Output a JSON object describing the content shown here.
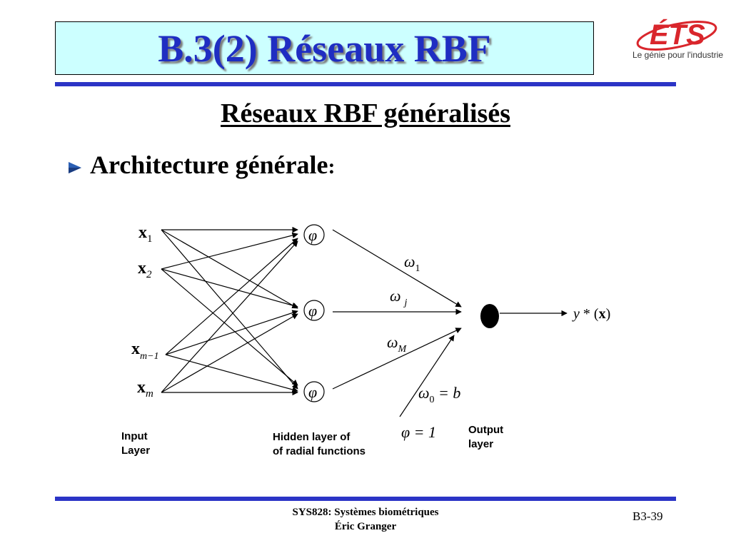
{
  "slide": {
    "title": "B.3(2)  Réseaux RBF",
    "subtitle": "Réseaux RBF généralisés",
    "bullet": "Architecture générale",
    "bullet_colon": ":"
  },
  "logo": {
    "text": "ÉTS",
    "tagline": "Le génie pour l'industrie"
  },
  "diagram": {
    "inputs": [
      {
        "base": "x",
        "sub": "1"
      },
      {
        "base": "x",
        "sub": "2"
      },
      {
        "base": "x",
        "sub": "m−1"
      },
      {
        "base": "x",
        "sub": "m"
      }
    ],
    "hidden_symbol": "φ",
    "weights": {
      "w1": {
        "base": "ω",
        "sub": "1"
      },
      "wj": {
        "base": "ω",
        "sub": "j"
      },
      "wM": {
        "base": "ω",
        "sub": "M"
      }
    },
    "bias": {
      "base": "ω",
      "sub": "0",
      "rest": " = b"
    },
    "bias_input": "φ = 1",
    "output": {
      "prefix": "y",
      "star": " * (",
      "x": "x",
      "close": ")"
    },
    "labels": {
      "input_layer": [
        "Input",
        "Layer"
      ],
      "hidden_layer": [
        "Hidden layer of",
        "of radial functions"
      ],
      "output_layer": [
        "Output",
        "layer"
      ]
    },
    "colors": {
      "line": "#000000"
    }
  },
  "footer": {
    "course": "SYS828: Systèmes biométriques",
    "author": "Éric Granger",
    "page": "B3-39"
  },
  "colors": {
    "title_blue": "#1f2ec2",
    "title_bg": "#ccffff",
    "rule_blue": "#2b34c6",
    "logo_red": "#d9262c"
  }
}
